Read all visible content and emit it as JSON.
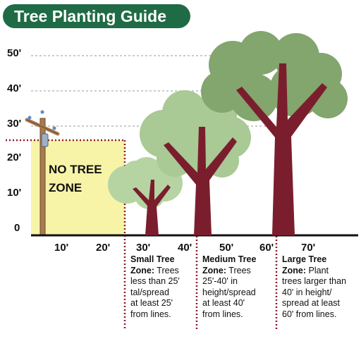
{
  "title": "Tree Planting Guide",
  "colors": {
    "title_bg": "#1f6b45",
    "no_tree_zone": "#f7f4a8",
    "trunk": "#7a1e2e",
    "small_canopy": "#b5d4a2",
    "medium_canopy": "#a9c995",
    "large_canopy": "#83a56e",
    "pole": "#a87a4f",
    "boundary": "#8b1a2b"
  },
  "height_axis": [
    "50'",
    "40'",
    "30'",
    "20'",
    "10'",
    "0"
  ],
  "distance_axis": [
    "10'",
    "20'",
    "30'",
    "40'",
    "50'",
    "60'",
    "70'"
  ],
  "no_tree_zone": {
    "line1": "NO TREE",
    "line2": "ZONE"
  },
  "zones": [
    {
      "title": "Small Tree Zone:",
      "lines": [
        "Small Tree",
        "Zone: Trees",
        "less than 25'",
        "tal/spread",
        "at least 25'",
        "from lines."
      ]
    },
    {
      "title": "Medium Tree Zone:",
      "lines": [
        "Medium Tree",
        "Zone: Trees",
        "25'-40' in",
        "height/spread",
        "at least 40'",
        "from lines."
      ]
    },
    {
      "title": "Large Tree Zone:",
      "lines": [
        "Large Tree",
        "Zone: Plant",
        "trees larger than",
        "40' in height/",
        "spread at least",
        "60' from lines."
      ]
    }
  ]
}
